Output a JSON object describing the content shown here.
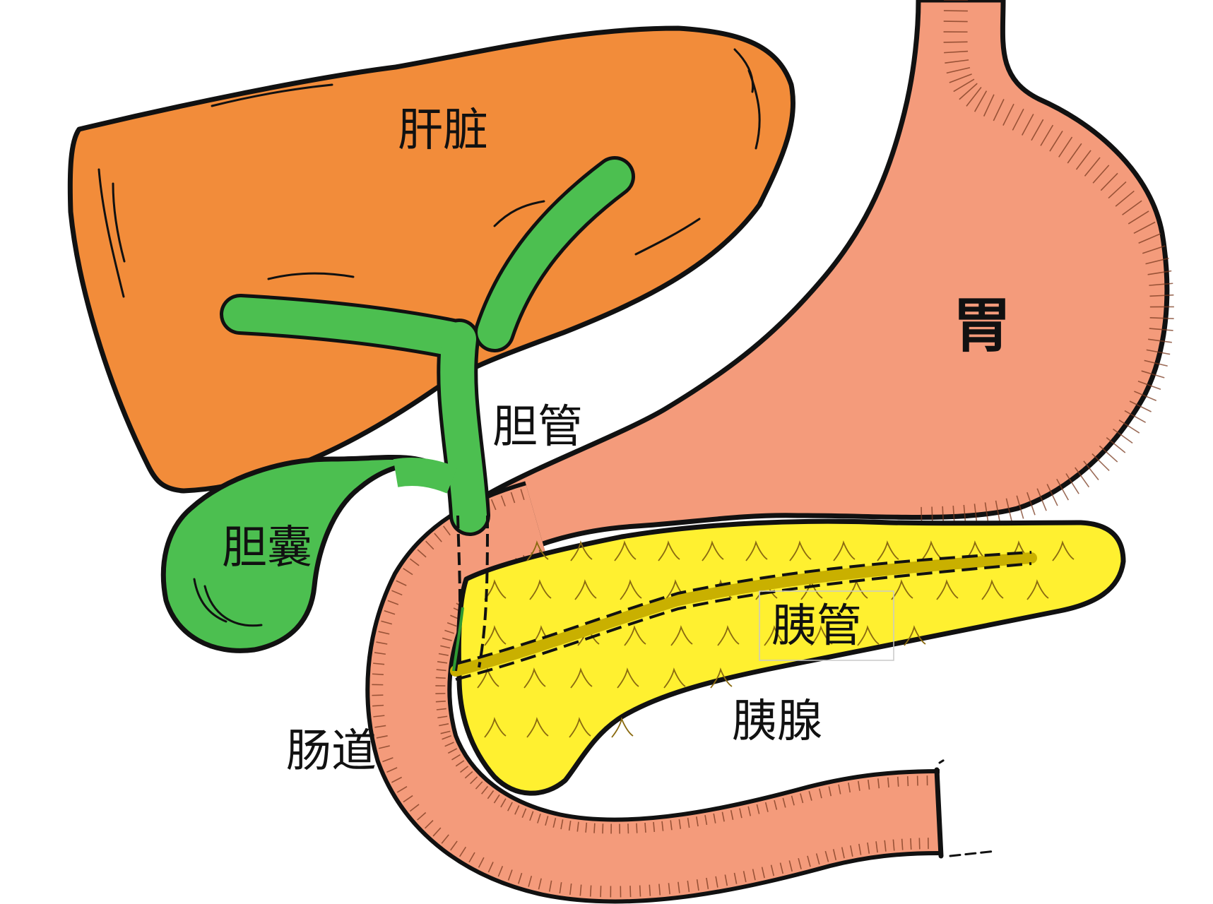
{
  "labels": {
    "liver": "肝脏",
    "stomach": "胃",
    "bile_duct": "胆管",
    "gallbladder": "胆囊",
    "pancreatic_duct": "胰管",
    "pancreas": "胰腺",
    "intestine": "肠道"
  },
  "colors": {
    "liver": "#f28c3a",
    "stomach": "#f49b7b",
    "bile": "#4cbf50",
    "pancreas": "#fff030",
    "outline": "#111111"
  }
}
